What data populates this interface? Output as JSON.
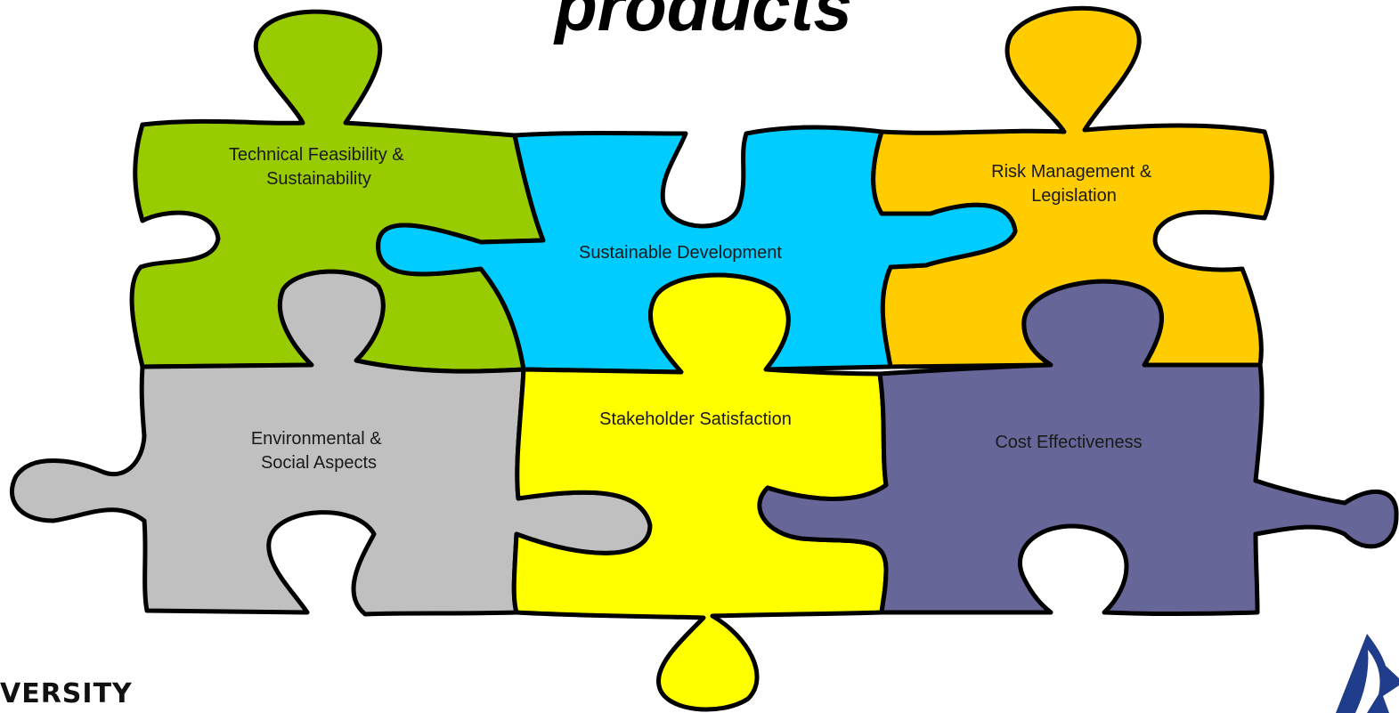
{
  "slide": {
    "title": "products",
    "footer_text": "VERSITY"
  },
  "pieces": [
    {
      "id": "technical",
      "lines": [
        "Technical Feasibility &",
        "Sustainability"
      ],
      "color": "#99cc00"
    },
    {
      "id": "sustainable",
      "lines": [
        "Sustainable Development"
      ],
      "color": "#00ccff"
    },
    {
      "id": "risk",
      "lines": [
        "Risk Management &",
        "Legislation"
      ],
      "color": "#ffcc00"
    },
    {
      "id": "environmental",
      "lines": [
        "Environmental &",
        "Social Aspects"
      ],
      "color": "#c0c0c0"
    },
    {
      "id": "stakeholder",
      "lines": [
        "Stakeholder Satisfaction"
      ],
      "color": "#ffff00"
    },
    {
      "id": "cost",
      "lines": [
        "Cost Effectiveness"
      ],
      "color": "#666699"
    }
  ],
  "logo": {
    "color": "#1f3d8a"
  }
}
